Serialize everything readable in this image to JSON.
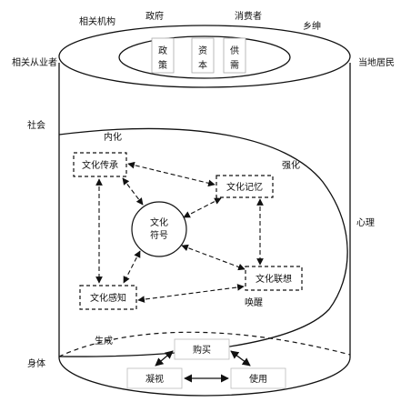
{
  "stakeholders": {
    "related_institutions": "相关机构",
    "government": "政府",
    "consumers": "消费者",
    "gentry": "乡绅",
    "practitioners": "相关从业者",
    "local_residents": "当地居民"
  },
  "inner_boxes": {
    "policy": [
      "政",
      "策"
    ],
    "capital": [
      "资",
      "本"
    ],
    "supply_demand": [
      "供",
      "需"
    ]
  },
  "layers": {
    "society": "社会",
    "psychology": "心理",
    "body": "身体"
  },
  "processes": {
    "internalize": "内化",
    "strengthen": "强化",
    "awaken": "唤醒",
    "generate": "生成"
  },
  "culture_nodes": {
    "heritage": "文化传承",
    "memory": "文化记忆",
    "symbol": [
      "文化",
      "符号"
    ],
    "association": "文化联想",
    "perception": "文化感知"
  },
  "actions": {
    "purchase": "购买",
    "gaze": "凝视",
    "use": "使用"
  }
}
